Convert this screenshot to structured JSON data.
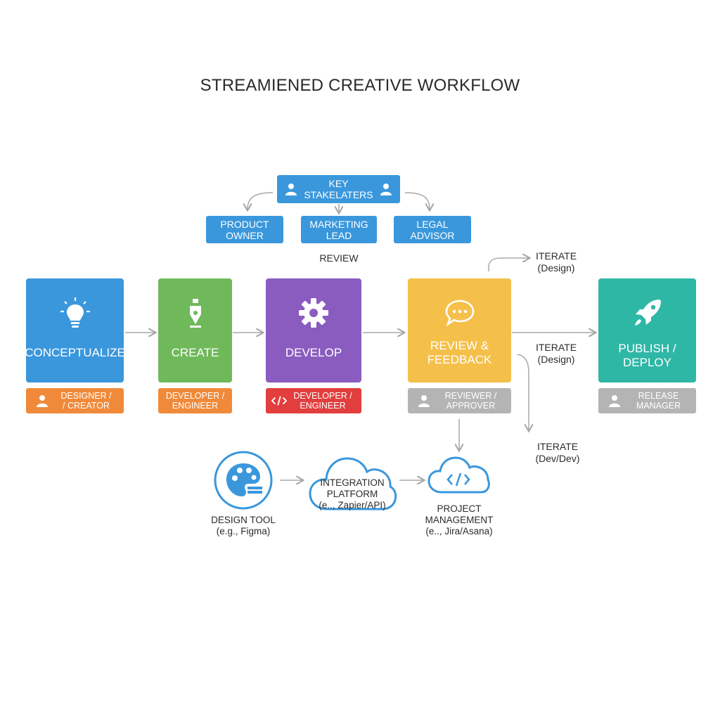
{
  "title": "STREAMIENED CREATIVE WORKFLOW",
  "stakeholders": {
    "header": "KEY\nSTAKELATERS",
    "items": [
      "PRODUCT\nOWNER",
      "MARKETING\nLEAD",
      "LEGAL\nADVISOR"
    ],
    "review_label": "REVIEW"
  },
  "stages": [
    {
      "label": "CONCEPTUALIZE",
      "icon": "lightbulb-icon",
      "color": "#3a97dc",
      "role": "DESIGNER /\n/ CREATOR",
      "role_icon": "user-icon",
      "role_color": "#f08a3a"
    },
    {
      "label": "CREATE",
      "icon": "pen-nib-icon",
      "color": "#6fb95a",
      "role": "DEVELOPER /\nENGINEER",
      "role_icon": "",
      "role_color": "#f08a3a"
    },
    {
      "label": "DEVELOP",
      "icon": "gear-icon",
      "color": "#8a5cbf",
      "role": "DEVELOPER /\nENGINEER",
      "role_icon": "code-icon",
      "role_color": "#e23e3e"
    },
    {
      "label": "REVIEW &\nFEEDBACK",
      "icon": "chat-bubble-icon",
      "color": "#f5c04a",
      "role": "REVIEWER /\nAPPROVER",
      "role_icon": "user-icon",
      "role_color": "#b4b4b4"
    },
    {
      "label": "PUBLISH /\nDEPLOY",
      "icon": "rocket-icon",
      "color": "#2fb7a6",
      "role": "RELEASE\nMANAGER",
      "role_icon": "user-icon",
      "role_color": "#b4b4b4"
    }
  ],
  "iterate_notes": [
    "ITERATE\n(Design)",
    "ITERATE\n(Design)",
    "ITERATE\n(Dev/Dev)"
  ],
  "tools": [
    {
      "label": "DESIGN TOOL\n(e.g., Figma)",
      "icon": "palette-icon"
    },
    {
      "label": "INTEGRATION\nPLATFORM\n(e.., Zapier/API)",
      "icon": "cloud-icon"
    },
    {
      "label": "PROJECT\nMANAGEMENT\n(e.., Jira/Asana)",
      "icon": "cloud-code-icon"
    }
  ],
  "colors": {
    "accent_blue": "#3a97dc",
    "arrow": "#a8a8a8"
  }
}
